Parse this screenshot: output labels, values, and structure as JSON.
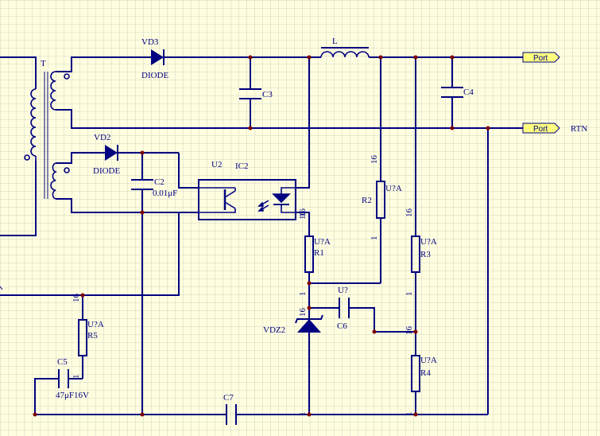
{
  "colors": {
    "background": "#ffffe0",
    "grid": "#d2d2c4",
    "wire": "#000080",
    "junction": "#800000",
    "port_fill": "#ffff80",
    "diode_fill": "#000080"
  },
  "labels": {
    "transformer": "T",
    "vd3_ref": "VD3",
    "vd3_type": "DIODE",
    "vd2_ref": "VD2",
    "vd2_type": "DIODE",
    "inductor": "L",
    "c3": "C3",
    "c4": "C4",
    "c2": "C2",
    "c2_value": "0.01μF",
    "u2": "U2",
    "ic2": "IC2",
    "r2": "R2",
    "r2_part": "U?A",
    "r1": "R1",
    "r1_part": "U?A",
    "r3": "R3",
    "r3_part": "U?A",
    "r4": "R4",
    "r4_part": "U?A",
    "r5": "R5",
    "r5_part": "U?A",
    "c5": "C5",
    "c5_value": "47μF16V",
    "c6": "C6",
    "c6_part": "U?",
    "c7": "C7",
    "vdz2": "VDZ2",
    "rtn": "RTN",
    "pin16": "16",
    "pin1": "1"
  },
  "ports": [
    {
      "name": "Port"
    },
    {
      "name": "Port"
    }
  ]
}
